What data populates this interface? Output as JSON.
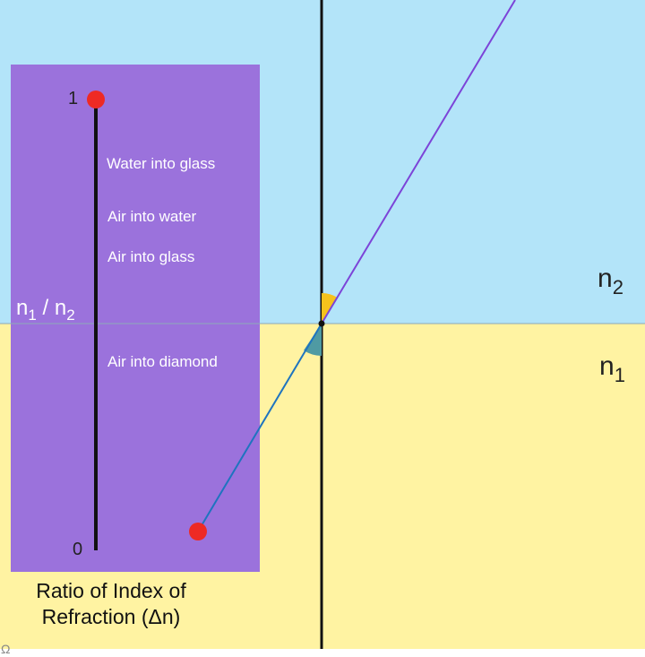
{
  "colors": {
    "upper_medium": "#b3e4f9",
    "lower_medium": "#fff3a2",
    "panel": "#9b72dc",
    "refracted_ray": "#7c44d8",
    "incident_ray": "#1e74bf",
    "handle": "#ee2a24",
    "angle_upper": "#f6c21c",
    "angle_lower": "#4f9aa3",
    "normal_line": "#111111"
  },
  "media": {
    "upper": {
      "n": "n",
      "sub": "2"
    },
    "lower": {
      "n": "n",
      "sub": "1"
    }
  },
  "slider": {
    "axis_title": {
      "n1": "n",
      "sub1": "1",
      "sep": " / ",
      "n2": "n",
      "sub2": "2"
    },
    "top_value": "1",
    "bottom_value": "0",
    "markers": [
      {
        "label": "Water into glass"
      },
      {
        "label": "Air into water"
      },
      {
        "label": "Air into glass"
      },
      {
        "label": "Air into diamond"
      }
    ]
  },
  "caption": {
    "line1": "Ratio of Index of",
    "line2": "Refraction (Δn)"
  },
  "corner_glyph": "Ω"
}
